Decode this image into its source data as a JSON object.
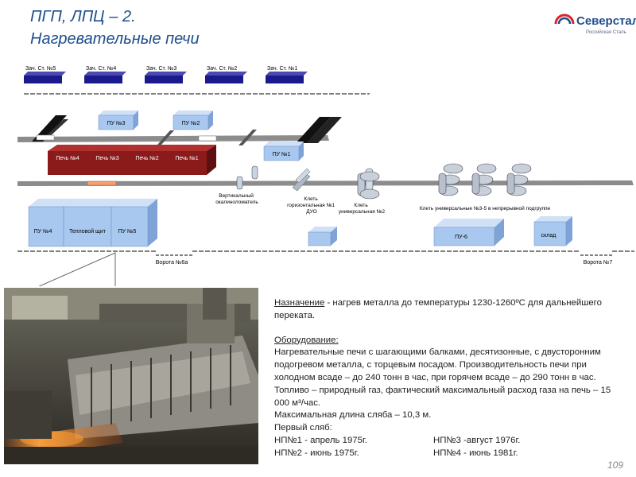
{
  "slide": {
    "title_line1": "ПГП,  ЛПЦ – 2.",
    "title_line2": "Нагревательные печи",
    "page_number": "109"
  },
  "logo": {
    "name": "Северсталь",
    "subtitle": "Российская Сталь"
  },
  "diagram": {
    "grinding_stations": [
      "Зач. Ст. №5",
      "Зач. Ст. №4",
      "Зач. Ст. №3",
      "Зач. Ст. №2",
      "Зач. Ст. №1"
    ],
    "pu_top": [
      "ПУ №3",
      "ПУ №2",
      "ПУ №1"
    ],
    "furnaces": [
      "Печь №4",
      "Печь №3",
      "Печь №2",
      "Печь №1"
    ],
    "pu_bottom": [
      "ПУ №4",
      "Тепловой щит",
      "ПУ №5"
    ],
    "pu6": "ПУ-6",
    "warehouse": "склад",
    "equipment": {
      "vertical_edger": "Вертикальный окалиноломатель",
      "horizontal_stand": "Клеть горизонтальная №1 ДУО",
      "universal_stand": "Клеть универсальная №2",
      "continuous_group": "Клеть универсальные №3-5 в непрерывной подгруппе"
    },
    "gates": [
      "Ворота №6а",
      "Ворота №7"
    ]
  },
  "info": {
    "purpose_label": "Назначение",
    "purpose_text": " - нагрев металла до температуры 1230-1260ºС для дальнейшего переката.",
    "equipment_label": "Оборудование:",
    "equipment_text": "Нагревательные печи с шагающими балками, десятизонные, с двусторонним подогревом металла, с торцевым посадом. Производительность печи при холодном всаде – до 240 тонн в час, при горячем всаде – до 290 тонн в час. Топливо – природный газ, фактический максимальный расход газа на печь – 15 000 м³/час.",
    "max_length": "Максимальная длина сляба – 10,3 м.",
    "first_slab_label": "Первый сляб:",
    "dates": {
      "np1": "НП№1 - апрель 1975г.",
      "np3": "НП№3 -август 1976г.",
      "np2": "НП№2 - июнь 1975г.",
      "np4": "НП№4 - июнь 1981г."
    }
  },
  "colors": {
    "brand_blue": "#1f4e8c",
    "station_blue": "#1a1a8c",
    "pu_blue": "#a8c8f0",
    "furnace_red": "#8b1a1a"
  }
}
